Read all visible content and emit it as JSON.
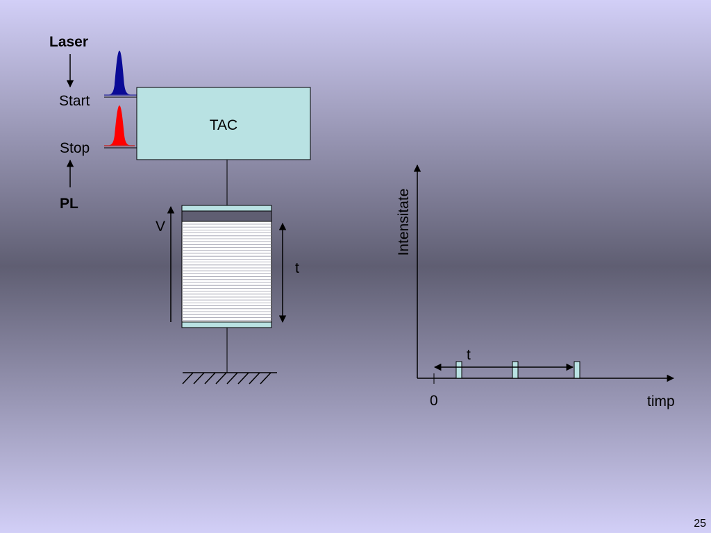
{
  "slide": {
    "page_number": "25",
    "colors": {
      "background_edge": "#d2cff7",
      "background_center": "#5f5e72"
    }
  },
  "tcspc": {
    "laser_label": "Laser",
    "start_label": "Start",
    "stop_label": "Stop",
    "pl_label": "PL",
    "tac_label": "TAC",
    "voltage_label": "V",
    "time_label": "t",
    "colors": {
      "laser_pulse": "#0a0a96",
      "pl_pulse": "#ff0000",
      "tac_box": "#b9e2e3",
      "register": "#ffffff"
    }
  },
  "histogram_plot": {
    "y_axis_label": "Intensitate",
    "x_axis_label": "timp",
    "origin_label": "0",
    "interval_label": "t",
    "colors": {
      "bars": "#b9e2e3"
    }
  }
}
